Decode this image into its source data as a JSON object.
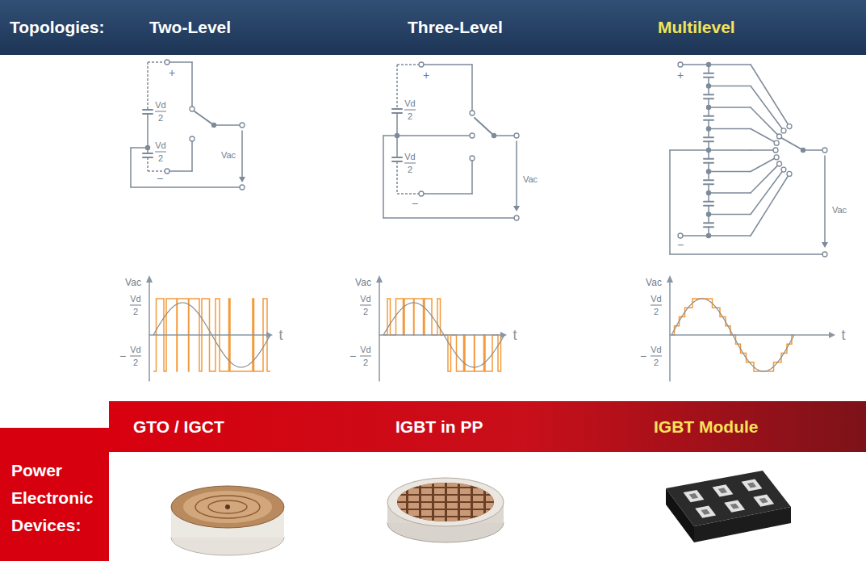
{
  "diagram": {
    "nodes": [
      {
        "text": [
          "Topologies:",
          "Two-Level",
          "Three-Level",
          "Multilevel"
        ]
      },
      {
        "text": [
          "GTO / IGCT",
          "IGBT in PP",
          "IGBT Module"
        ]
      },
      {
        "text": [
          "Power Electronic Devices:"
        ]
      }
    ],
    "labels": [
      "+",
      "Vd",
      "2",
      "Vd",
      "2",
      "−",
      "Vac",
      "+",
      "Vd",
      "2",
      "Vd",
      "2",
      "−",
      "Vac",
      "+",
      "−",
      "Vac",
      "Vac",
      "Vd",
      "2",
      "−",
      "Vd",
      "2",
      "t",
      "Vac",
      "Vd",
      "2",
      "−",
      "Vd",
      "2",
      "t",
      "Vac",
      "Vd",
      "2",
      "−",
      "Vd",
      "2",
      "t"
    ]
  }
}
